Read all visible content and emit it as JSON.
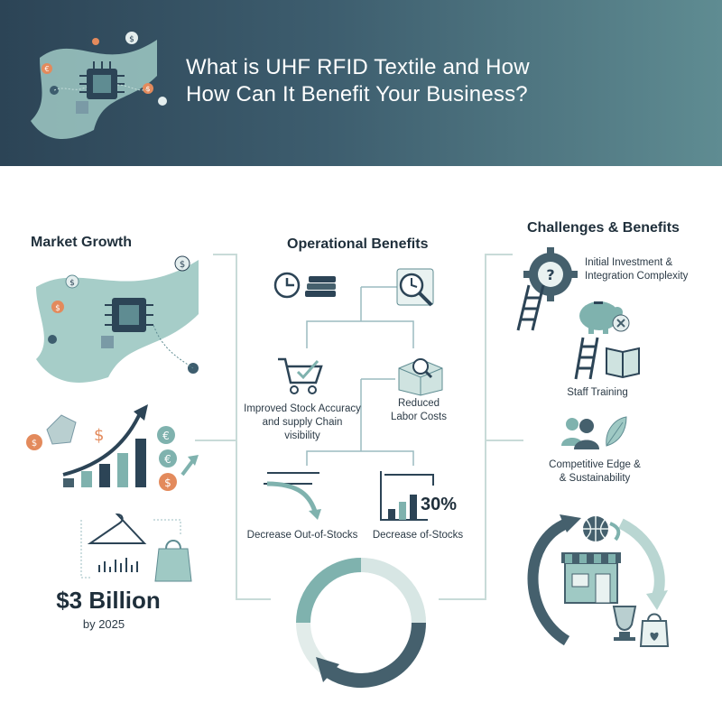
{
  "header": {
    "title_line1": "What is UHF RFID Textile and How",
    "title_line2": "How Can It Benefit Your Business?"
  },
  "market": {
    "title": "Market Growth",
    "value": "$3 Billion",
    "year": "by 2025"
  },
  "operational": {
    "title": "Operational Benefits",
    "item1": "Improved Stock Accuracy",
    "item1b": "and supply Chain visibility",
    "item2": "Reduced",
    "item2b": "Labor Costs",
    "item3": "Decrease Out-of-Stocks",
    "item4": "Decrease of-Stocks",
    "percent": "30%"
  },
  "challenges": {
    "title": "Challenges & Benefits",
    "item1a": "Initial Investment &",
    "item1b": "Integration Complexity",
    "item2": "Staff Training",
    "item3a": "Competitive Edge &",
    "item3b": "& Sustainability"
  },
  "colors": {
    "navy": "#2c4456",
    "teal": "#7fb2ae",
    "light_teal": "#b9d6d2",
    "orange": "#e38a5c",
    "slate": "#45606d"
  }
}
